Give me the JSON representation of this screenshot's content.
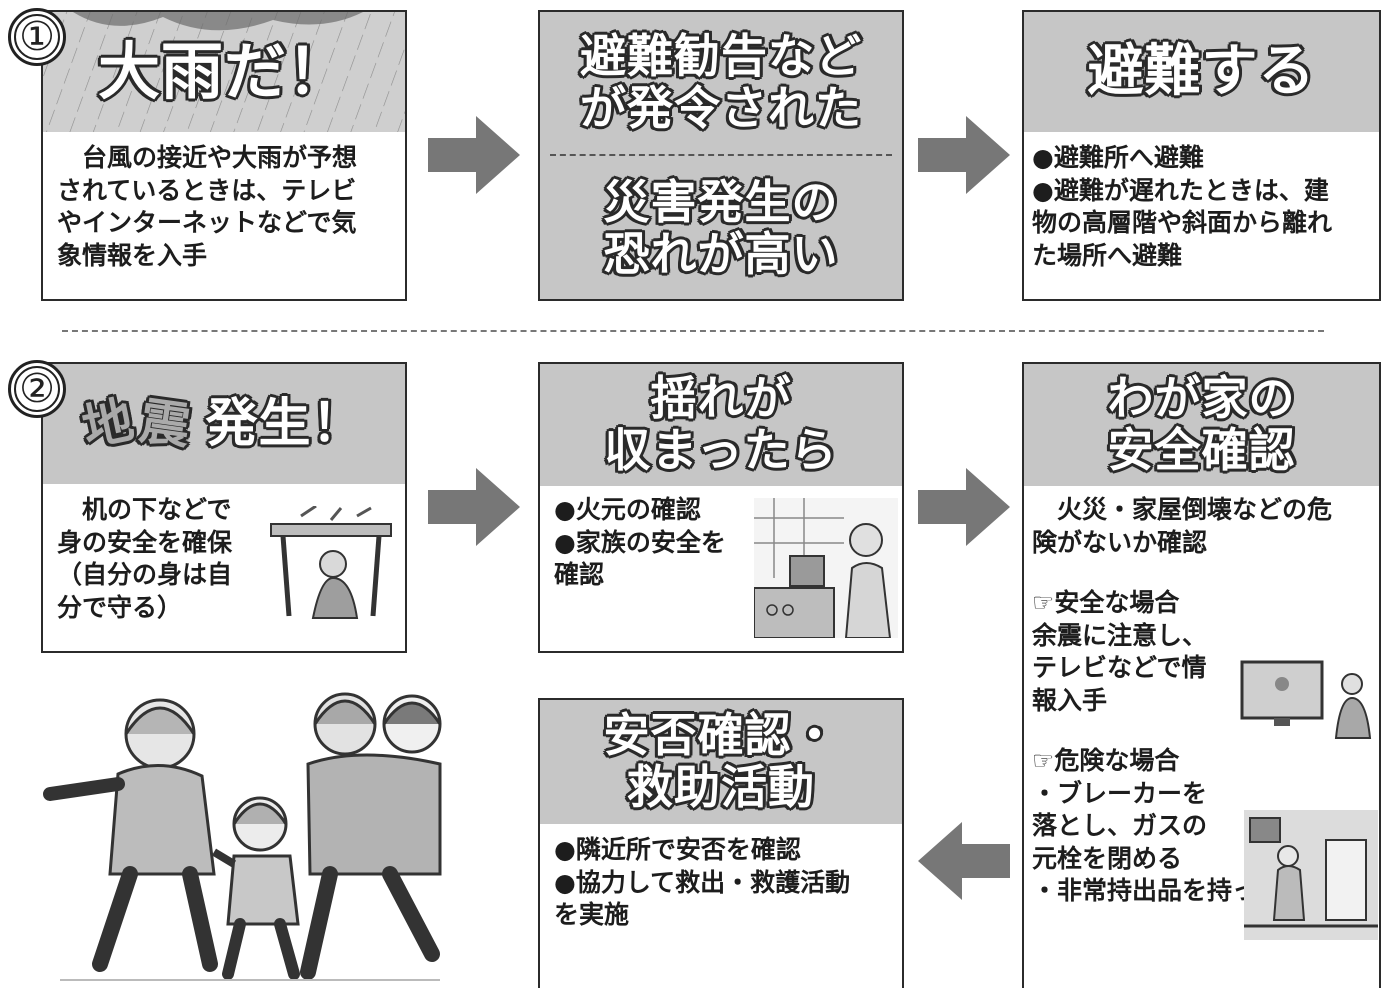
{
  "section1": {
    "number": "①",
    "box1": {
      "title": "大雨だ！",
      "lines": [
        "　台風の接近や大雨が予想",
        "されているときは、テレビ",
        "やインターネットなどで気",
        "象情報を入手"
      ]
    },
    "box2": {
      "title_a": [
        "避難勧告など",
        "が発令された"
      ],
      "title_b": [
        "災害発生の",
        "恐れが高い"
      ]
    },
    "box3": {
      "title": "避難する",
      "lines": [
        "●避難所へ避難",
        "●避難が遅れたときは、建",
        "物の高層階や斜面から離れ",
        "た場所へ避難"
      ]
    }
  },
  "section2": {
    "number": "②",
    "box1": {
      "title_a": "地",
      "title_b": "震",
      "title_c": "発生！",
      "lines": [
        "　机の下などで",
        "身の安全を確保",
        "（自分の身は自",
        "分で守る）"
      ]
    },
    "box2": {
      "title": [
        "揺れが",
        "収まったら"
      ],
      "lines": [
        "●火元の確認",
        "●家族の安全を",
        "確認"
      ]
    },
    "box3": {
      "title": [
        "わが家の",
        "安全確認"
      ],
      "intro": [
        "　火災・家屋倒壊などの危",
        "険がないか確認"
      ],
      "safe": [
        "☞安全な場合",
        "余震に注意し、",
        "テレビなどで情",
        "報入手"
      ],
      "danger": [
        "☞危険な場合",
        "・ブレーカーを",
        "落とし、ガスの",
        "元栓を閉める",
        "・非常持出品を持って避難"
      ]
    },
    "box4": {
      "title": [
        "安否確認・",
        "救助活動"
      ],
      "lines": [
        "●隣近所で安否を確認",
        "●協力して救出・救護活動",
        "を実施"
      ]
    }
  },
  "colors": {
    "header_gray": "#c6c6c6",
    "border": "#2b2b2b",
    "arrow_gray": "#777777"
  }
}
